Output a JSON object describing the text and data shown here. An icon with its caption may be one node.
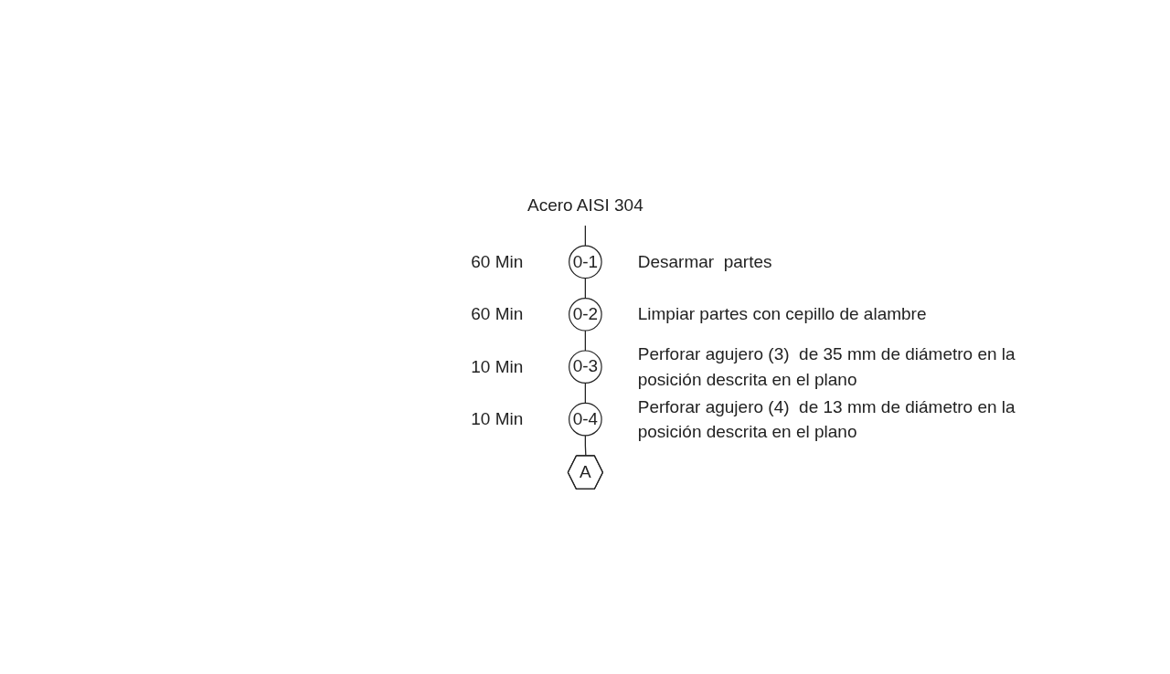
{
  "diagram": {
    "nodes": [
      {
        "text": [
          "Acero AISI 304"
        ]
      },
      {
        "text": [
          "0-1"
        ],
        "beside": [
          "60 Min",
          "Desarmar  partes"
        ]
      },
      {
        "text": [
          "0-2"
        ],
        "beside": [
          "60 Min",
          "Limpiar partes con cepillo de alambre"
        ]
      },
      {
        "text": [
          "0-3"
        ],
        "beside": [
          "10 Min",
          "Perforar agujero (3)  de 35 mm de diámetro en la posición descrita en el plano"
        ]
      },
      {
        "text": [
          "0-4"
        ],
        "beside": [
          "10 Min",
          "Perforar agujero (4)  de 13 mm de diámetro en la posición descrita en el plano"
        ]
      },
      {
        "text": [
          "A"
        ]
      }
    ],
    "edges": [
      {
        "from": 0,
        "to": 1,
        "arrow": "none"
      },
      {
        "from": 1,
        "to": 2,
        "arrow": "none"
      },
      {
        "from": 2,
        "to": 3,
        "arrow": "none"
      },
      {
        "from": 3,
        "to": 4,
        "arrow": "none"
      },
      {
        "from": 4,
        "to": 5,
        "arrow": "none"
      }
    ]
  }
}
